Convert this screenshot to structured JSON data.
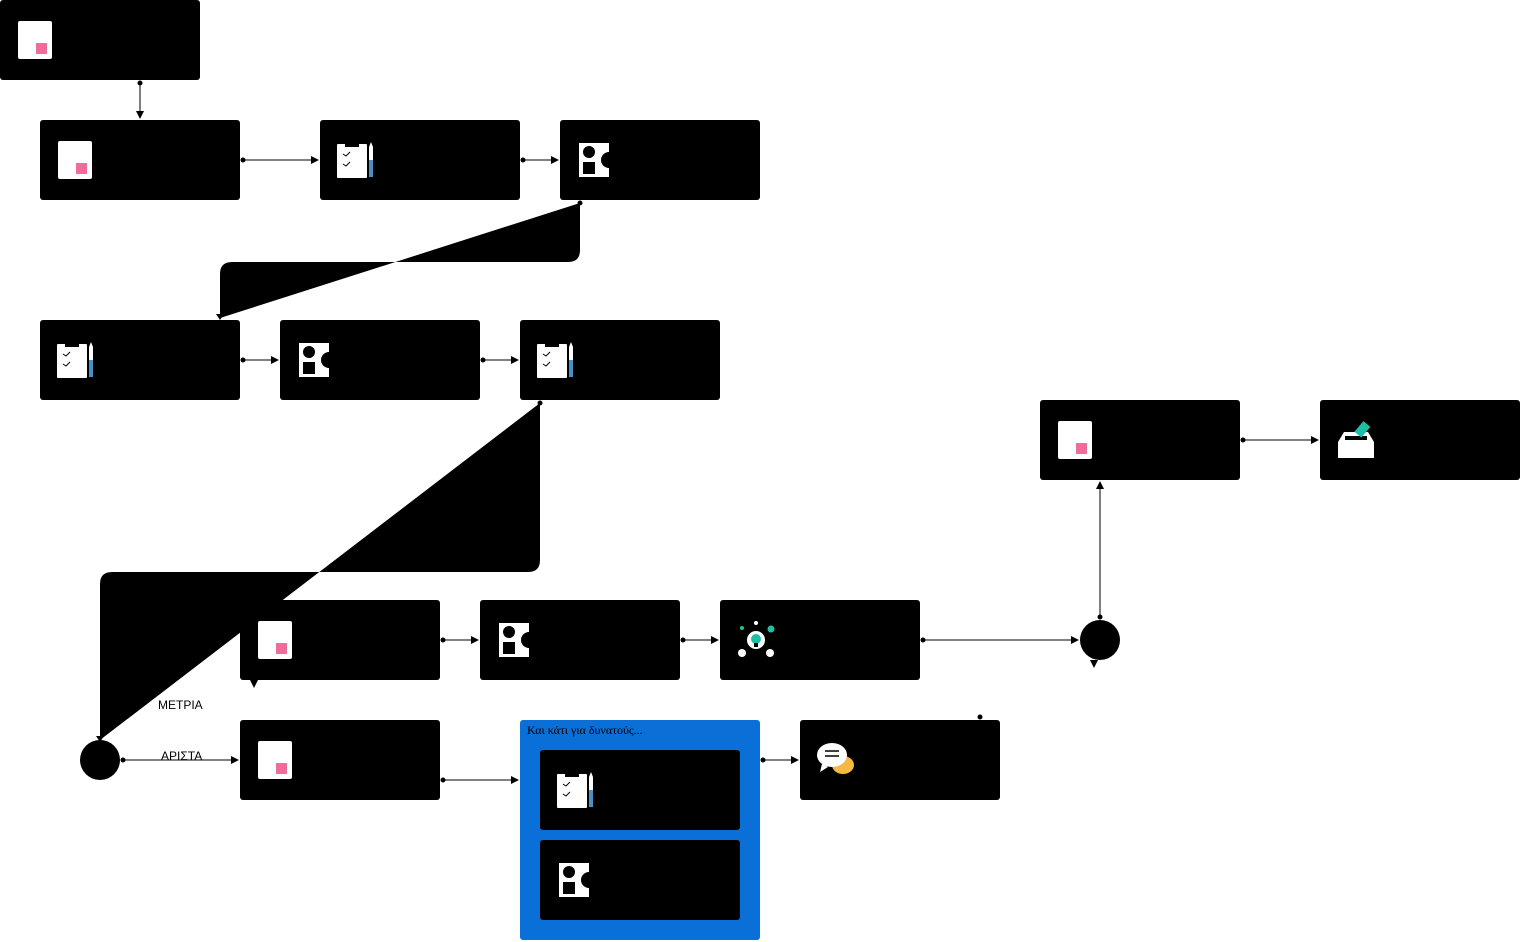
{
  "group": {
    "title": "Και κάτι για δυνατούς..."
  },
  "edge_labels": {
    "medium": "ΜΕΤΡΙΑ",
    "excellent": "ΑΡΙΣΤΑ"
  },
  "colors": {
    "node_fill": "#000000",
    "group_fill": "#0a6fd6",
    "document_accent": "#f06c9b",
    "pencil_accent": "#4a90c2",
    "teal_accent": "#1fbfa5",
    "chat_accent": "#f5b942"
  },
  "nodes": [
    {
      "id": "n1",
      "icon": "document-icon"
    },
    {
      "id": "n2",
      "icon": "document-icon"
    },
    {
      "id": "n3",
      "icon": "clipboard-pencil-icon"
    },
    {
      "id": "n4",
      "icon": "shapes-icon"
    },
    {
      "id": "n5",
      "icon": "clipboard-pencil-icon"
    },
    {
      "id": "n6",
      "icon": "shapes-icon"
    },
    {
      "id": "n7",
      "icon": "clipboard-pencil-icon"
    },
    {
      "id": "n8",
      "icon": "document-icon"
    },
    {
      "id": "n9",
      "icon": "shapes-icon"
    },
    {
      "id": "n10",
      "icon": "lightbulb-network-icon"
    },
    {
      "id": "n11",
      "icon": "document-icon"
    },
    {
      "id": "n12",
      "icon": "clipboard-pencil-icon"
    },
    {
      "id": "n13",
      "icon": "shapes-icon"
    },
    {
      "id": "n14",
      "icon": "chat-bubbles-icon"
    },
    {
      "id": "n15",
      "icon": "document-icon"
    },
    {
      "id": "n16",
      "icon": "ballot-box-icon"
    }
  ]
}
